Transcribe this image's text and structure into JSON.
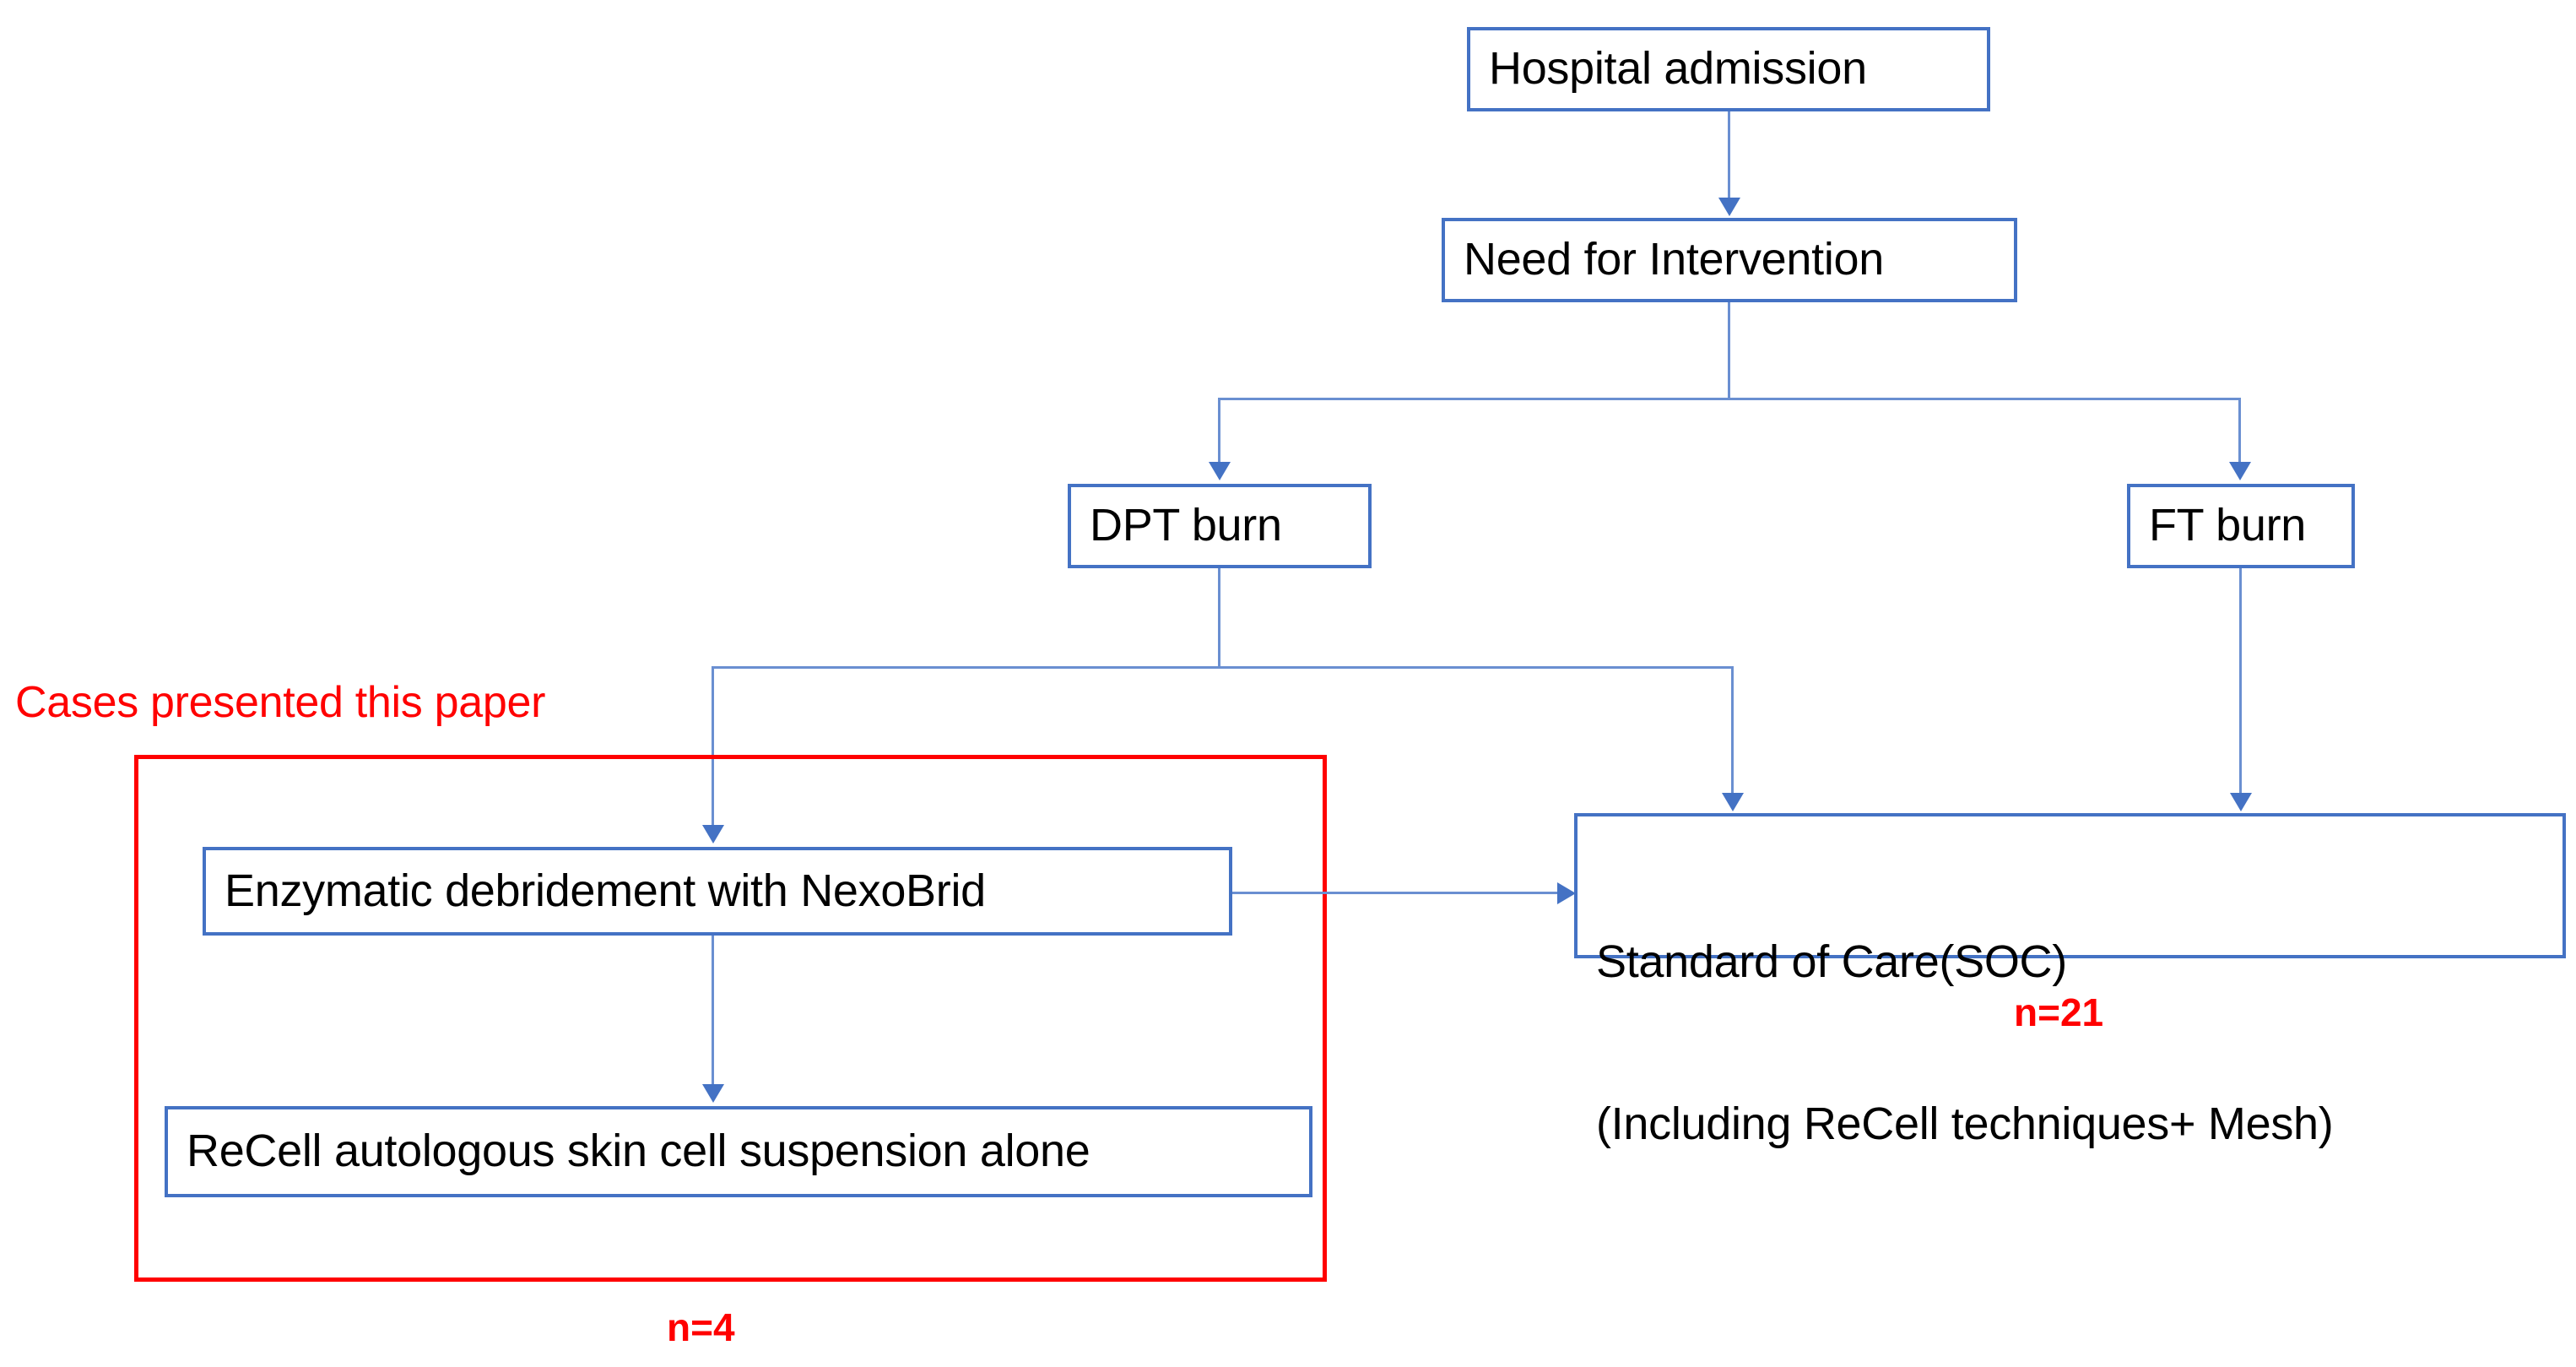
{
  "diagram": {
    "title": "Burn patient treatment allocation flowchart",
    "colors": {
      "node_border": "#4472C4",
      "connector": "#6A8FD1",
      "highlight": "#FF0000",
      "text": "#000000",
      "background": "#FFFFFF"
    },
    "nodes": {
      "hospital_admission": "Hospital admission",
      "need_for_intervention": "Need for Intervention",
      "dpt_burn": "DPT burn",
      "ft_burn": "FT burn",
      "enzymatic_debridement": "Enzymatic debridement with NexoBrid",
      "recell_alone": "ReCell autologous skin cell suspension alone",
      "soc_line1": "Standard of Care(SOC)",
      "soc_line2": "(Including ReCell techniques+ Mesh)"
    },
    "annotations": {
      "cases_presented": "Cases presented this paper",
      "count_nexobrid_group": "n=4",
      "count_soc_group": "n=21"
    }
  }
}
